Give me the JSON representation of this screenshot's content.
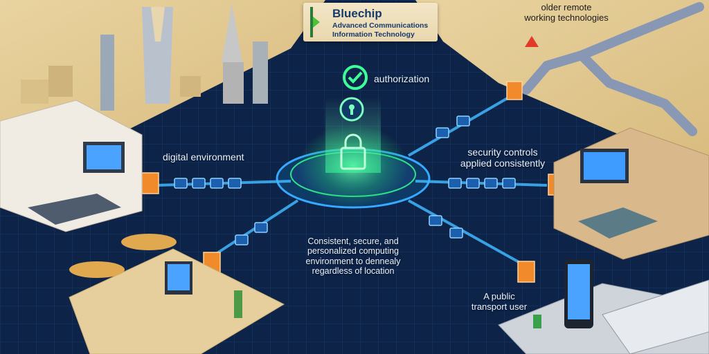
{
  "brand": {
    "name": "Bluechip",
    "line1": "Advanced Communications",
    "line2": "Information Technology"
  },
  "labels": {
    "authorization": "authorization",
    "digital_environment": "digital environment",
    "security_line1": "security controls",
    "security_line2": "applied consistently",
    "older_line1": "older remote",
    "older_line2": "working technologies",
    "center_line1": "Consistent, secure, and",
    "center_line2": "personalized computing",
    "center_line3": "environment to dennealy",
    "center_line4": "regardless of location",
    "transport_line1": "A public",
    "transport_line2": "transport  user"
  },
  "colors": {
    "background": "#0d2347",
    "sand": "#e2c98f",
    "accent_green": "#39e07a",
    "accent_cyan": "#3fb8ff",
    "firewall_orange": "#f08a2a",
    "alert_red": "#e23a2a"
  },
  "icons": [
    "checkmark-shield-icon",
    "keyhole-icon",
    "padlock-icon",
    "mail-icon",
    "document-icon",
    "database-icon",
    "video-icon",
    "shield-check-icon",
    "warning-icon",
    "firewall-icon"
  ]
}
